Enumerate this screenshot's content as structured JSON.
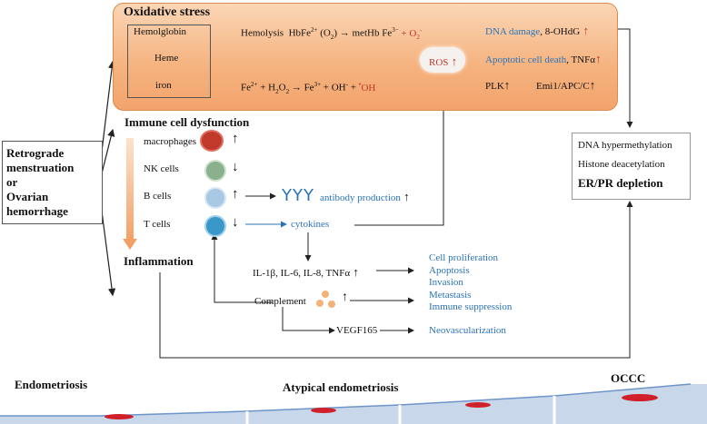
{
  "oxidative": {
    "title": "Oxidative stress",
    "hemoglobin": "Hemolglobin",
    "heme": "Heme",
    "iron": "iron",
    "hemolysis": "Hemolysis",
    "hbfe": "HbFe",
    "hbfe_sup": "2+",
    "o2": " (O",
    "o2_sub": "2",
    "o2_close": ")",
    "methb": "metHb Fe",
    "methb_sup": "3−",
    "plus_o2": "+ O",
    "plus_o2_sub": "2",
    "plus_o2_sup": "-",
    "fenton_1": "Fe",
    "fenton_1_sup": "2+",
    "fenton_2": " + H",
    "fenton_2_sub": "2",
    "fenton_3": "O",
    "fenton_3_sub": "2",
    "fenton_4": " → Fe",
    "fenton_4_sup": "3+",
    "fenton_5": " + OH",
    "fenton_5_sup": "-",
    "fenton_6": " + ",
    "fenton_dot": "•",
    "fenton_oh": "OH",
    "ros": "ROS",
    "dna_damage": "DNA damage",
    "ohdg": ", 8-OHdG",
    "apoptotic": "Apoptotic cell death",
    "tnfa": ", TNFα",
    "plk": "PLK",
    "emi": "Emi1/APC/C"
  },
  "left_box": [
    "Retrograde",
    "menstruation",
    "or",
    "Ovarian",
    "hemorrhage"
  ],
  "immune": {
    "title": "Immune cell dysfunction",
    "cells": [
      "macrophages",
      "NK cells",
      "B cells",
      "T cells"
    ],
    "antibody": "antibody production",
    "cytokines": "cytokines"
  },
  "inflammation": {
    "title": "Inflammation",
    "il": "IL-1β, IL-6, IL-8, TNFα",
    "complement": "Complement",
    "vegf": "VEGF165",
    "outcomes": [
      "Cell proliferation",
      "Apoptosis",
      "Invasion",
      "Metastasis",
      "Immune suppression"
    ],
    "neo": "Neovascularization"
  },
  "right_box": [
    "DNA hypermethylation",
    "Histone deacetylation",
    "ER/PR depletion"
  ],
  "stages": [
    "Endometriosis",
    "Atypical  endometriosis",
    "OCCC"
  ],
  "colors": {
    "arrow_up_red": "#c0392b",
    "blue_text": "#2a73b8",
    "orange_box": "#f5b27e"
  }
}
